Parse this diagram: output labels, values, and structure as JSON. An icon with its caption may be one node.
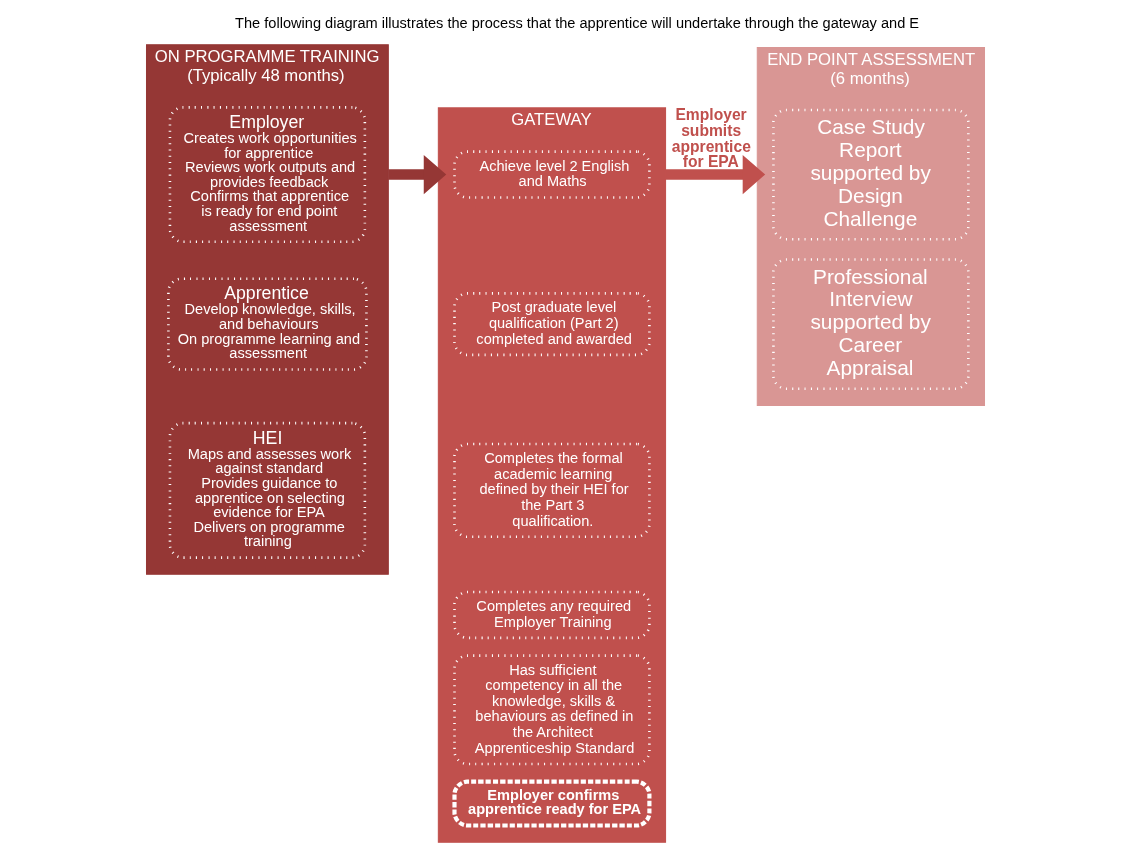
{
  "diagram": {
    "title": "The following diagram illustrates the process that the apprentice will undertake through the gateway and E",
    "nodes": [
      {
        "text": [
          "ON PROGRAMME TRAINING (Typically 48 months)"
        ]
      },
      {
        "text": [
          "Employer",
          "Creates work opportunities for apprentice",
          "Reviews work outputs and provides feedback",
          "Confirms that apprentice is ready for end point assessment"
        ],
        "in": 0
      },
      {
        "text": [
          "Apprentice",
          "Develop knowledge, skills, and behaviours",
          "On programme learning and assessment"
        ],
        "in": 0
      },
      {
        "text": [
          "HEI",
          "Maps and assesses work against standard",
          "Provides guidance to apprentice on selecting evidence for EPA",
          "Delivers on programme training"
        ],
        "in": 0
      },
      {
        "text": [
          "GATEWAY"
        ]
      },
      {
        "text": [
          "Achieve level 2 English and Maths"
        ],
        "in": 4
      },
      {
        "text": [
          "Post graduate level qualification (Part 2) completed and awarded"
        ],
        "in": 4
      },
      {
        "text": [
          "Completes the formal academic learning defined by their HEI for the Part 3 qualification."
        ],
        "in": 4
      },
      {
        "text": [
          "Completes any required Employer Training"
        ],
        "in": 4
      },
      {
        "text": [
          "Has sufficient competency in all the knowledge, skills & behaviours as defined in the Architect Apprenticeship Standard"
        ],
        "in": 4
      },
      {
        "text": [
          "Employer confirms apprentice ready for EPA"
        ],
        "in": 4
      },
      {
        "text": [
          "END POINT ASSESSMENT (6 months)"
        ]
      },
      {
        "text": [
          "Case Study Report supported by Design Challenge"
        ],
        "in": 11
      },
      {
        "text": [
          "Professional Interview supported by Career Appraisal"
        ],
        "in": 11
      }
    ],
    "edges": [
      {
        "from": 0,
        "to": 4,
        "arrow": "to",
        "color": "#953735"
      },
      {
        "from": 4,
        "to": 11,
        "arrow": "to",
        "label": "Employer submits apprentice for EPA",
        "color": "#c0504d"
      }
    ]
  }
}
